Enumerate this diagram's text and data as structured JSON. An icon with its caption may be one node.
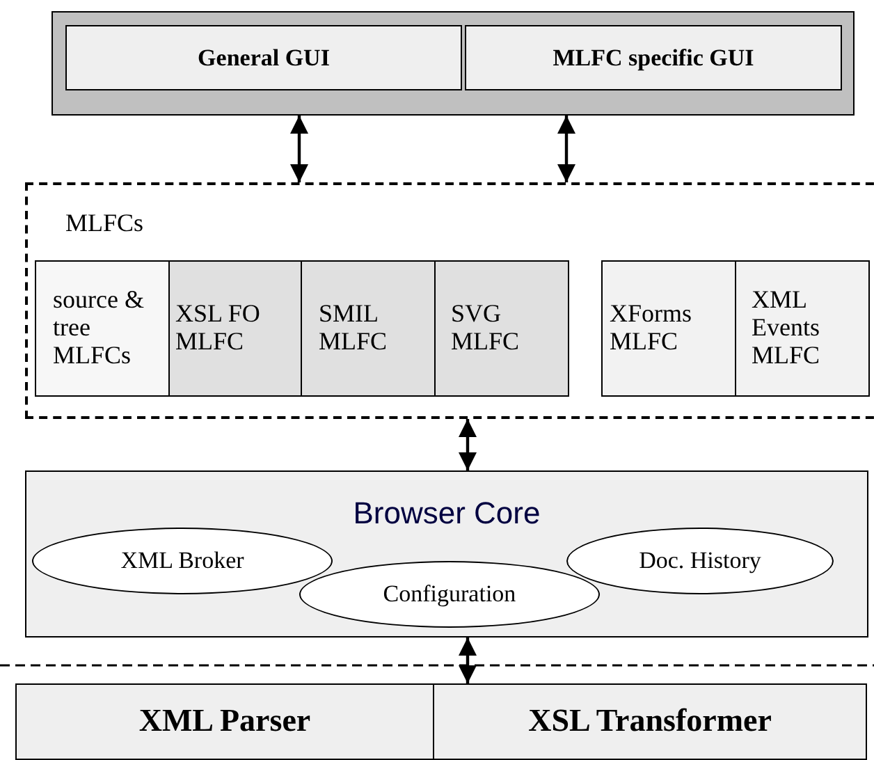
{
  "diagram": {
    "nodes": [
      {
        "text": [],
        "shape": "box"
      },
      {
        "text": [
          "General GUI"
        ],
        "in": 0
      },
      {
        "text": [
          "MLFC specific GUI"
        ],
        "in": 0
      },
      {
        "text": [
          "MLFCs"
        ]
      },
      {
        "text": [
          "source & tree MLFCs"
        ],
        "in": 3
      },
      {
        "text": [
          "XSL FO MLFC"
        ],
        "in": 3
      },
      {
        "text": [
          "SMIL MLFC"
        ],
        "in": 3
      },
      {
        "text": [
          "SVG MLFC"
        ],
        "in": 3
      },
      {
        "text": [
          "XForms MLFC"
        ],
        "in": 3
      },
      {
        "text": [
          "XML Events MLFC"
        ],
        "in": 3
      },
      {
        "text": [
          "Browser Core"
        ]
      },
      {
        "text": [
          "XML Broker"
        ],
        "in": 10
      },
      {
        "text": [
          "Configuration"
        ],
        "in": 10
      },
      {
        "text": [
          "Doc. History"
        ],
        "in": 10
      },
      {
        "text": [
          "XML Parser"
        ]
      },
      {
        "text": [
          "XSL Transformer"
        ]
      }
    ],
    "edges": [
      {
        "from": 0,
        "to": 3,
        "arrow": "both"
      },
      {
        "from": 0,
        "to": 3,
        "arrow": "both"
      },
      {
        "from": 3,
        "to": 10,
        "arrow": "both"
      },
      {
        "from": 10,
        "to": 15,
        "arrow": "both"
      }
    ]
  }
}
